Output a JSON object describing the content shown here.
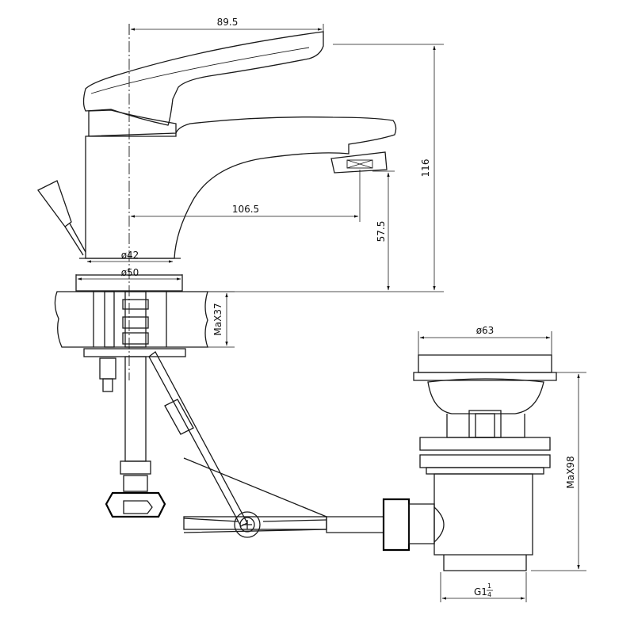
{
  "dimensions": {
    "top_span": "89.5",
    "total_height": "116",
    "reach": "106.5",
    "spout_height": "57.5",
    "base_d42": "ø42",
    "base_d50": "ø50",
    "max_deck": "MaX37",
    "waste_d63": "ø63",
    "waste_height": "MaX98",
    "thread_main": "G1",
    "thread_frac_num": "1",
    "thread_frac_den": "4"
  },
  "colors": {
    "line": "#1a1a1a",
    "background": "#ffffff"
  }
}
